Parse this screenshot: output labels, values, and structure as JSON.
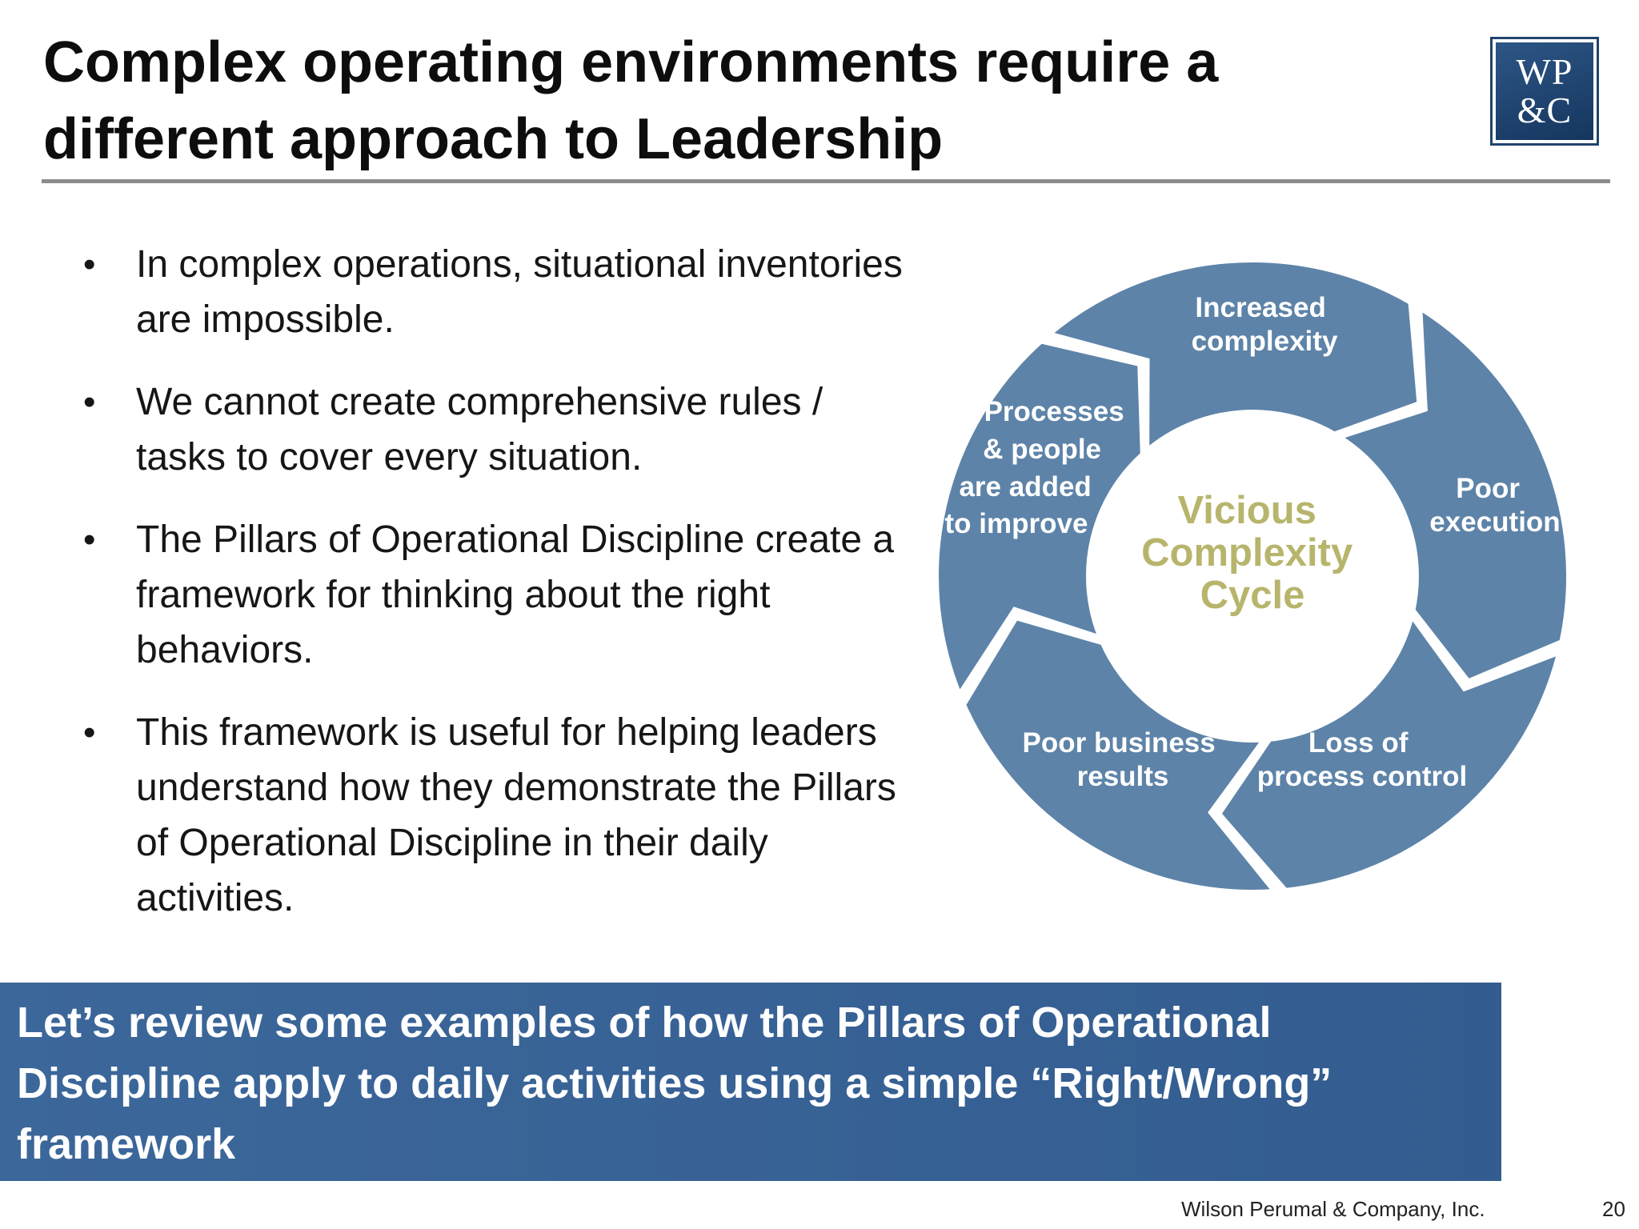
{
  "slide": {
    "title_line1": "Complex operating environments require a",
    "title_line2": "different approach to Leadership",
    "bullets": [
      "In complex operations, situational inventories are impossible.",
      "We cannot create comprehensive rules / tasks to cover every situation.",
      "The Pillars of Operational Discipline create a framework for thinking about the right behaviors.",
      "This framework is useful for helping leaders understand how they demonstrate the Pillars of Operational Discipline in their daily activities."
    ],
    "callout_line1": "Let’s review some examples of how the Pillars of Operational",
    "callout_line2": "Discipline apply to daily activities using a simple “Right/Wrong”",
    "callout_line3": "framework"
  },
  "logo": {
    "line1": "WP",
    "line2": "&C",
    "colors": {
      "background": "#1f446e",
      "border": "#1f446e",
      "text": "#ffffff"
    }
  },
  "cycle": {
    "center_line1": "Vicious",
    "center_line2": "Complexity",
    "center_line3": "Cycle",
    "steps": [
      {
        "line1": "Increased",
        "line2": "complexity"
      },
      {
        "line1": "Poor",
        "line2": "execution"
      },
      {
        "line1": "Loss of",
        "line2": "process control"
      },
      {
        "line1": "Poor business",
        "line2": "results"
      },
      {
        "line1": "Processes",
        "line2": "& people",
        "line3": "are added",
        "line4": "to improve"
      }
    ],
    "colors": {
      "segment": "#5d83a8",
      "label": "#ffffff",
      "center_text": "#b7b56c"
    }
  },
  "colors": {
    "title_text": "#0d0d0d",
    "title_rule": "#8c8c8c",
    "callout_background": "#3a6597",
    "callout_text": "#ffffff"
  },
  "footer": {
    "company": "Wilson Perumal & Company, Inc.",
    "page_number": "20"
  }
}
